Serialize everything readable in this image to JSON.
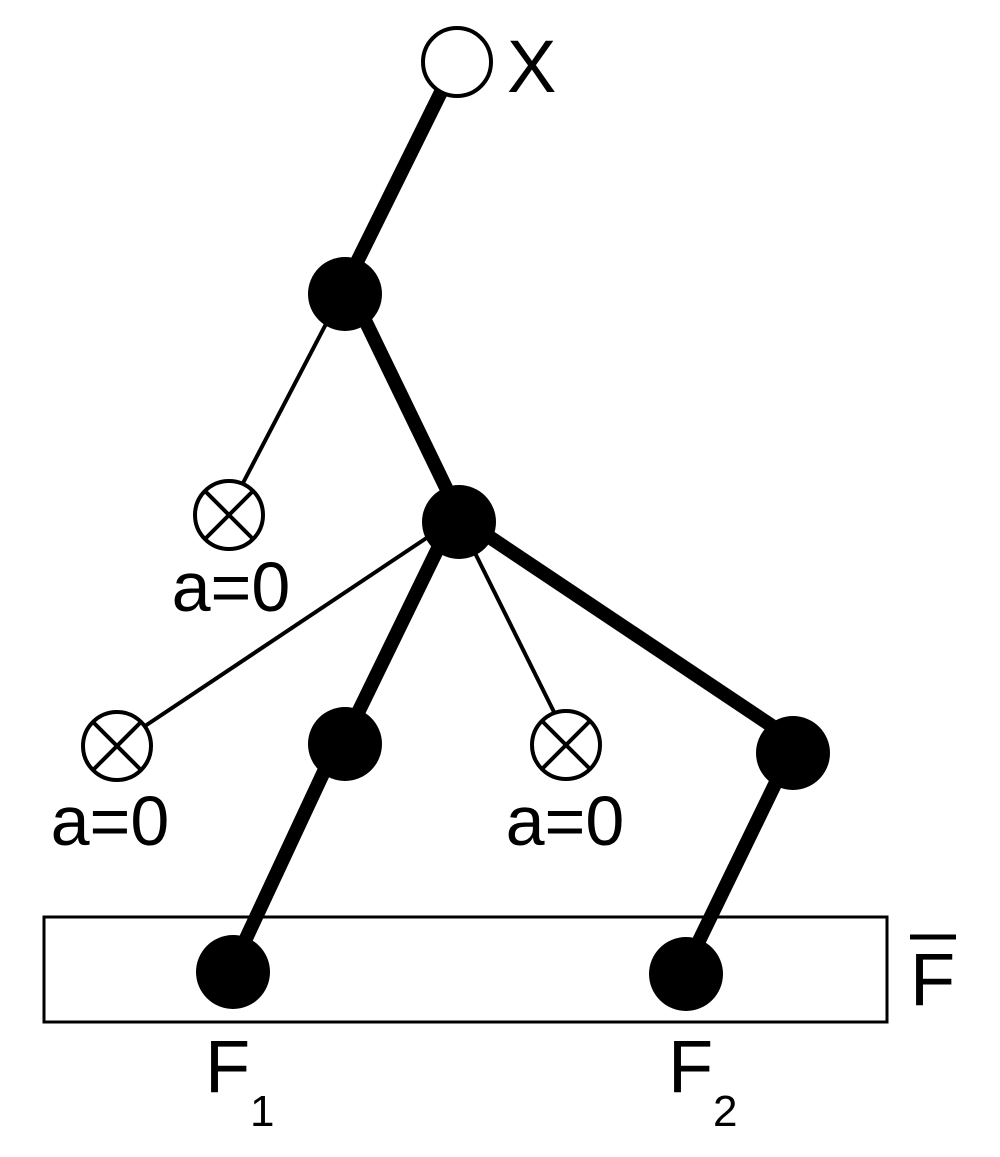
{
  "diagram": {
    "root_label": "X",
    "zero_label": "a=0",
    "zero_labels": [
      "a=0",
      "a=0",
      "a=0"
    ],
    "leaf_labels": [
      {
        "letter": "F",
        "sub": "1"
      },
      {
        "letter": "F",
        "sub": "2"
      }
    ],
    "set_label": "F",
    "colors": {
      "ink": "#000000",
      "background": "#ffffff"
    },
    "icons": {
      "root": "open-circle-node",
      "inner": "filled-circle-node",
      "zero": "circled-x-node"
    }
  }
}
